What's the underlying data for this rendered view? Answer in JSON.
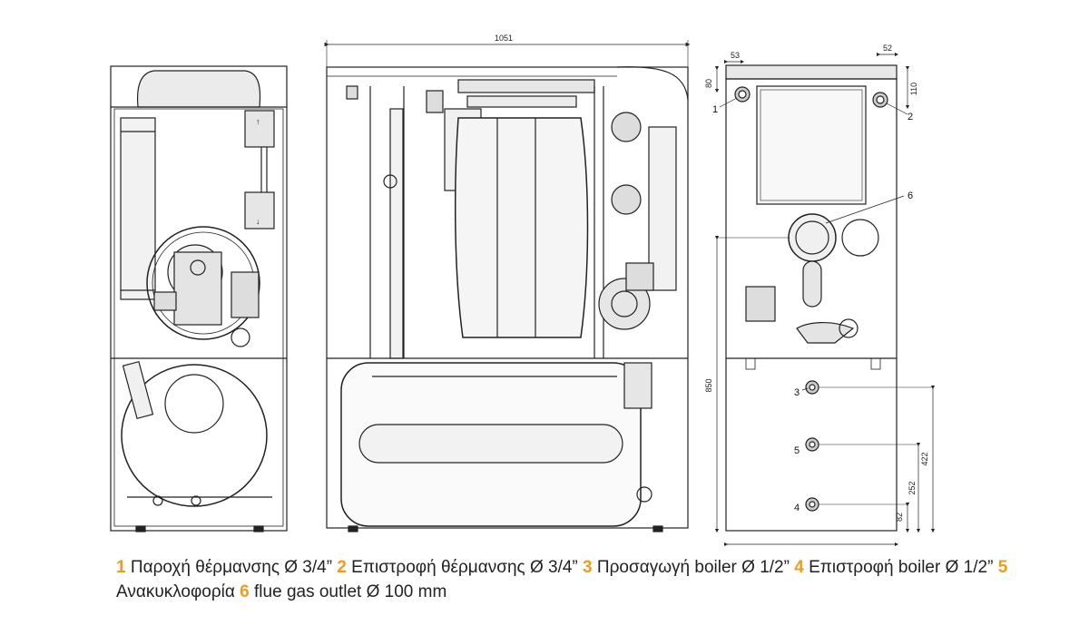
{
  "dimensions": {
    "total_width": "1051",
    "top_left_offset": "53",
    "top_right_offset": "52",
    "left_height": "80",
    "right_height": "110",
    "height_850": "850",
    "height_422": "422",
    "height_252": "252",
    "height_82": "82"
  },
  "callouts": [
    "1",
    "2",
    "3",
    "4",
    "5",
    "6"
  ],
  "legend": [
    {
      "num": "1",
      "text": " Παροχή θέρμανσης Ø 3/4” "
    },
    {
      "num": "2",
      "text": " Επιστροφή θέρμανσης Ø 3/4” "
    },
    {
      "num": "3",
      "text": " Προσαγωγή boiler Ø 1/2” "
    },
    {
      "num": "4",
      "text": " Επιστροφή boiler Ø 1/2” "
    },
    {
      "num": "5",
      "text": " Ανακυκλοφορία "
    },
    {
      "num": "6",
      "text": " flue gas outlet Ø 100 mm"
    }
  ],
  "colors": {
    "line": "#222222",
    "accent": "#f39a1e",
    "fill": "#e8e8e8"
  }
}
